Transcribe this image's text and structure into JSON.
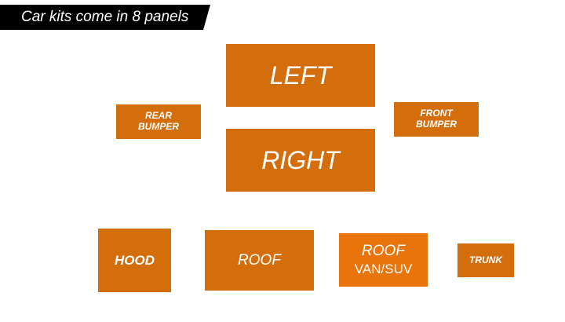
{
  "header": {
    "title": "Car kits come in 8 panels"
  },
  "panels": {
    "left": {
      "label": "LEFT"
    },
    "right": {
      "label": "RIGHT"
    },
    "rear_bumper": {
      "line1": "REAR",
      "line2": "BUMPER"
    },
    "front_bumper": {
      "line1": "FRONT",
      "line2": "BUMPER"
    },
    "hood": {
      "label": "HOOD"
    },
    "roof": {
      "label": "ROOF"
    },
    "roof_van_suv": {
      "line1": "ROOF",
      "line2": "VAN/SUV"
    },
    "trunk": {
      "label": "TRUNK"
    }
  },
  "colors": {
    "panel": "#d46e0c",
    "panel_highlight": "#e8740b",
    "banner": "#000000",
    "background": "#ffffff"
  }
}
